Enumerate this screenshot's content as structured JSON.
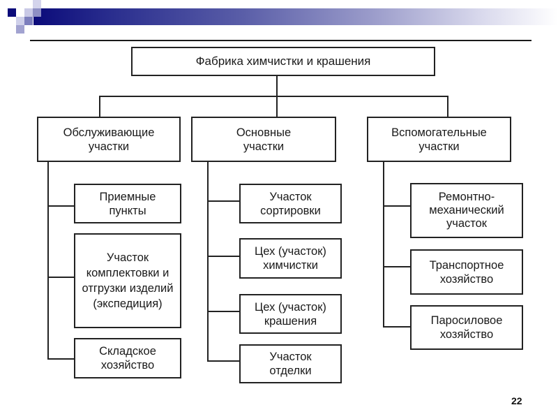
{
  "decor": {
    "bar_colors": {
      "start": "#0b0b7a",
      "end": "#ffffff"
    },
    "square_colors": [
      "#0b0b7a",
      "#c9c9e6",
      "#8e8fc4",
      "#d4d4ec",
      "#cfd0ea",
      "#7d7fbd",
      "#a2a3d0"
    ]
  },
  "diagram": {
    "root": {
      "label": "Фабрика химчистки и крашения"
    },
    "branches": [
      {
        "label": "Обслуживающие участки",
        "children": [
          {
            "label": "Приемные пункты"
          },
          {
            "label": "Участок комплектовки и отгрузки изделий (экспедиция)"
          },
          {
            "label": "Складское хозяйство"
          }
        ]
      },
      {
        "label": "Основные участки",
        "children": [
          {
            "label": "Участок сортировки"
          },
          {
            "label": "Цех (участок) химчистки"
          },
          {
            "label": "Цех (участок) крашения"
          },
          {
            "label": "Участок отделки"
          }
        ]
      },
      {
        "label": "Вспомогательные участки",
        "children": [
          {
            "label": "Ремонтно-механический участок"
          },
          {
            "label": "Транспортное хозяйство"
          },
          {
            "label": "Паросиловое хозяйство"
          }
        ]
      }
    ]
  },
  "footer": {
    "page_number": "22"
  }
}
